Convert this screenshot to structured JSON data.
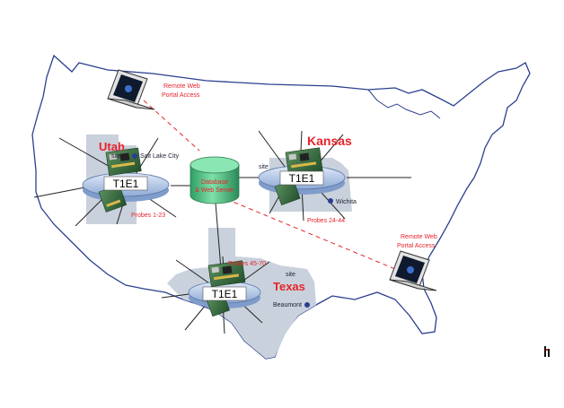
{
  "hubs": {
    "utah": {
      "state": "Utah",
      "card": "T1E1",
      "site": "site",
      "city": "Salt Lake City",
      "probes": "Probes 1-23"
    },
    "kansas": {
      "state": "Kansas",
      "card": "T1E1",
      "site": "site",
      "city": "Wichita",
      "probes": "Probes 24-44"
    },
    "texas": {
      "state": "Texas",
      "card": "T1E1",
      "site": "site",
      "city": "Beaumont",
      "probes": "Probes 45-70"
    }
  },
  "database": {
    "line1": "Database",
    "line2": "& Web Server",
    "color": "#3fb878"
  },
  "portals": {
    "northwest": {
      "line1": "Remote Web",
      "line2": "Portal Access"
    },
    "southeast": {
      "line1": "Remote Web",
      "line2": "Portal Access"
    }
  },
  "colors": {
    "map_outline": "#2b3f8f",
    "state_fill": "#c9d1dc",
    "label_red": "#e8232a",
    "hub_blue": "#9db7dd",
    "card_green": "#2e6b3a"
  }
}
